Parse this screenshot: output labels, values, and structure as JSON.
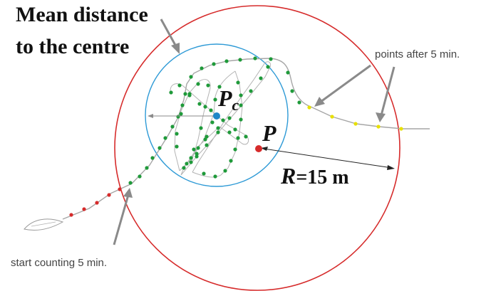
{
  "title_lines": [
    "Mean distance",
    "to the centre"
  ],
  "labels": {
    "points_after": "points after 5 min.",
    "start_counting": "start counting 5 min.",
    "pc_main": "P",
    "pc_sub": "c",
    "p_label": "P",
    "r_var": "R",
    "r_value": "=15 m"
  },
  "colors": {
    "big_circle": "#d62b2b",
    "small_circle": "#2e9ad6",
    "track": "#a6a6a6",
    "green_points": "#1f9a3a",
    "red_points": "#d62b2b",
    "yellow_points": "#e8e000",
    "center_p": "#d62b2b",
    "center_pc": "#1f86c8",
    "arrow": "#8a8a8a"
  },
  "icons": [
    "boat-icon"
  ]
}
